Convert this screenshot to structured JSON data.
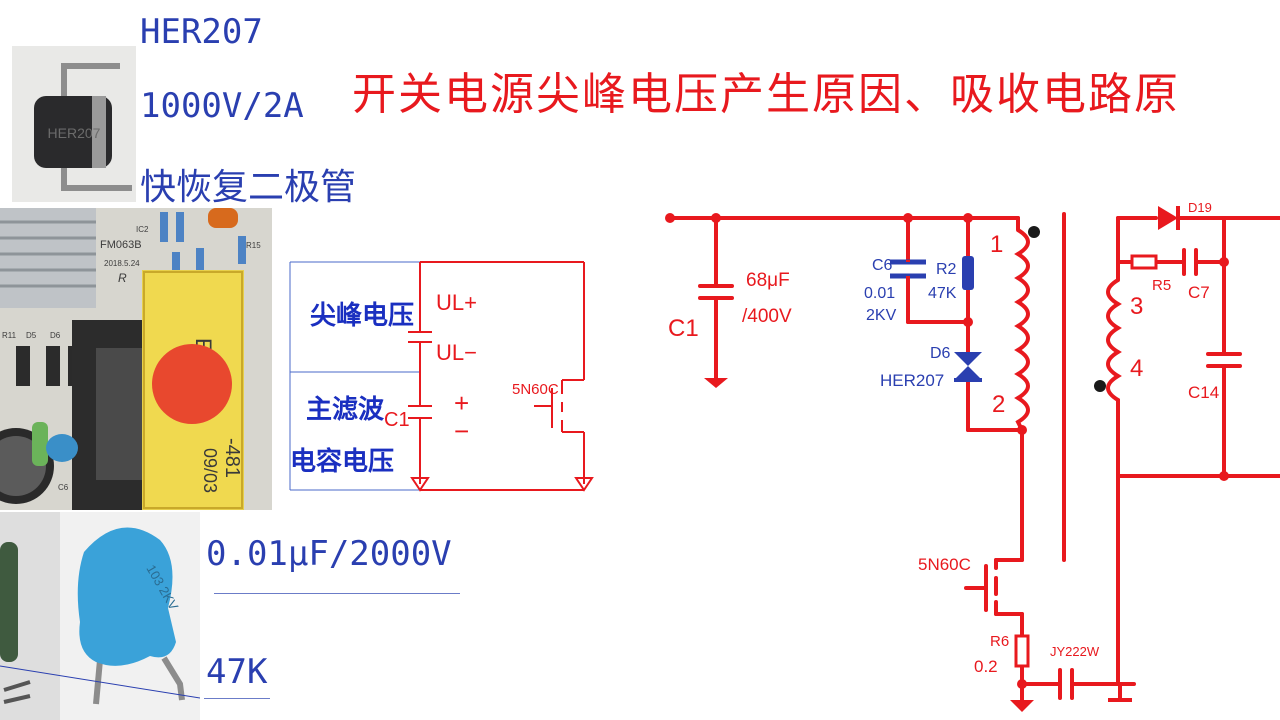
{
  "diode_info": {
    "part": "HER207",
    "rating": "1000V/2A",
    "desc": "快恢复二极管",
    "body_label": "HER207"
  },
  "title": "开关电源尖峰电压产生原因、吸收电路原",
  "capacitor_info": {
    "rating": "0.01μF/2000V",
    "resistor": "47K"
  },
  "board_photo": {
    "chip": "FM063B",
    "date": "2018.5.24",
    "labels": [
      "IC2",
      "R15",
      "D5",
      "D6",
      "R11",
      "C6",
      "R"
    ],
    "transformer_text": "EE",
    "transformer_code": "-481",
    "transformer_date": "09/03"
  },
  "cap_photo": {
    "marking": "103 2KV"
  },
  "mid_diagram": {
    "spike_label": "尖峰电压",
    "filter_label_1": "主滤波",
    "filter_label_2": "电容电压",
    "ul_plus": "UL+",
    "ul_minus": "UL−",
    "c1": "C1",
    "plus": "+",
    "minus": "−",
    "mosfet": "5N60C"
  },
  "schematic": {
    "c1_name": "C1",
    "c1_value": "68μF",
    "c1_voltage": "/400V",
    "c6_name": "C6",
    "c6_value": "0.01",
    "c6_voltage": "2KV",
    "r2_name": "R2",
    "r2_value": "47K",
    "d6_name": "D6",
    "d6_part": "HER207",
    "pin1": "1",
    "pin2": "2",
    "pin3": "3",
    "pin4": "4",
    "d19": "D19",
    "r5": "R5",
    "c7": "C7",
    "c14": "C14",
    "mosfet": "5N60C",
    "r6_name": "R6",
    "r6_value": "0.2",
    "jy": "JY222W"
  },
  "colors": {
    "red": "#e8191e",
    "blue": "#2a3fb0",
    "dark_blue": "#1a2fc0"
  }
}
